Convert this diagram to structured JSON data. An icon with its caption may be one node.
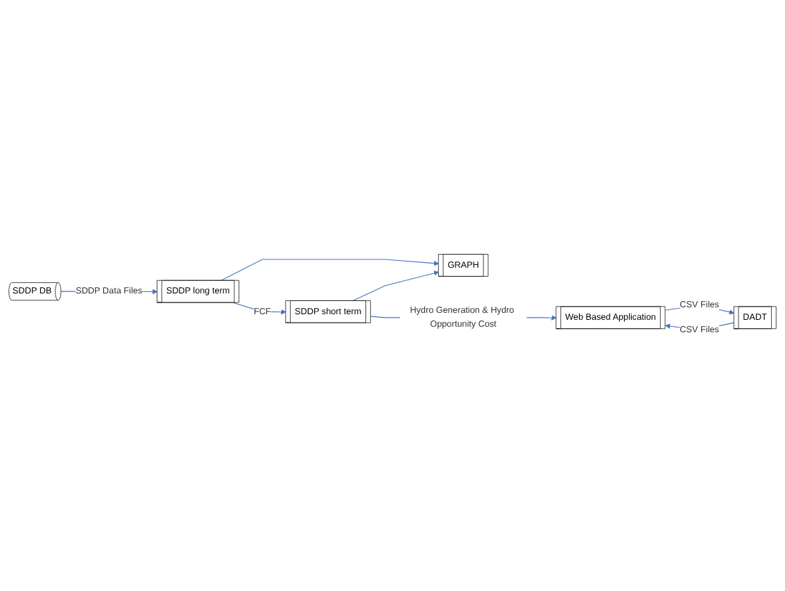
{
  "diagram": {
    "nodes": [
      {
        "text": [
          "SDDP DB"
        ]
      },
      {
        "text": [
          "SDDP long term"
        ]
      },
      {
        "text": [
          "SDDP short term"
        ]
      },
      {
        "text": [
          "GRAPH"
        ]
      },
      {
        "text": [
          "Hydro Generation & Hydro Opportunity Cost"
        ]
      },
      {
        "text": [
          "Web Based Application"
        ]
      },
      {
        "text": [
          "DADT"
        ]
      }
    ],
    "edges": [
      {
        "from": 0,
        "to": 1,
        "arrow": "to",
        "label": "SDDP Data Files"
      },
      {
        "from": 1,
        "to": 2,
        "arrow": "to",
        "label": "FCF"
      },
      {
        "from": 1,
        "to": 3,
        "arrow": "to"
      },
      {
        "from": 2,
        "to": 3,
        "arrow": "to"
      },
      {
        "from": 2,
        "to": 4,
        "arrow": "none"
      },
      {
        "from": 4,
        "to": 5,
        "arrow": "to"
      },
      {
        "from": 5,
        "to": 6,
        "arrow": "to",
        "label": "CSV Files"
      },
      {
        "from": 6,
        "to": 5,
        "arrow": "to",
        "label": "CSV Files"
      }
    ]
  }
}
